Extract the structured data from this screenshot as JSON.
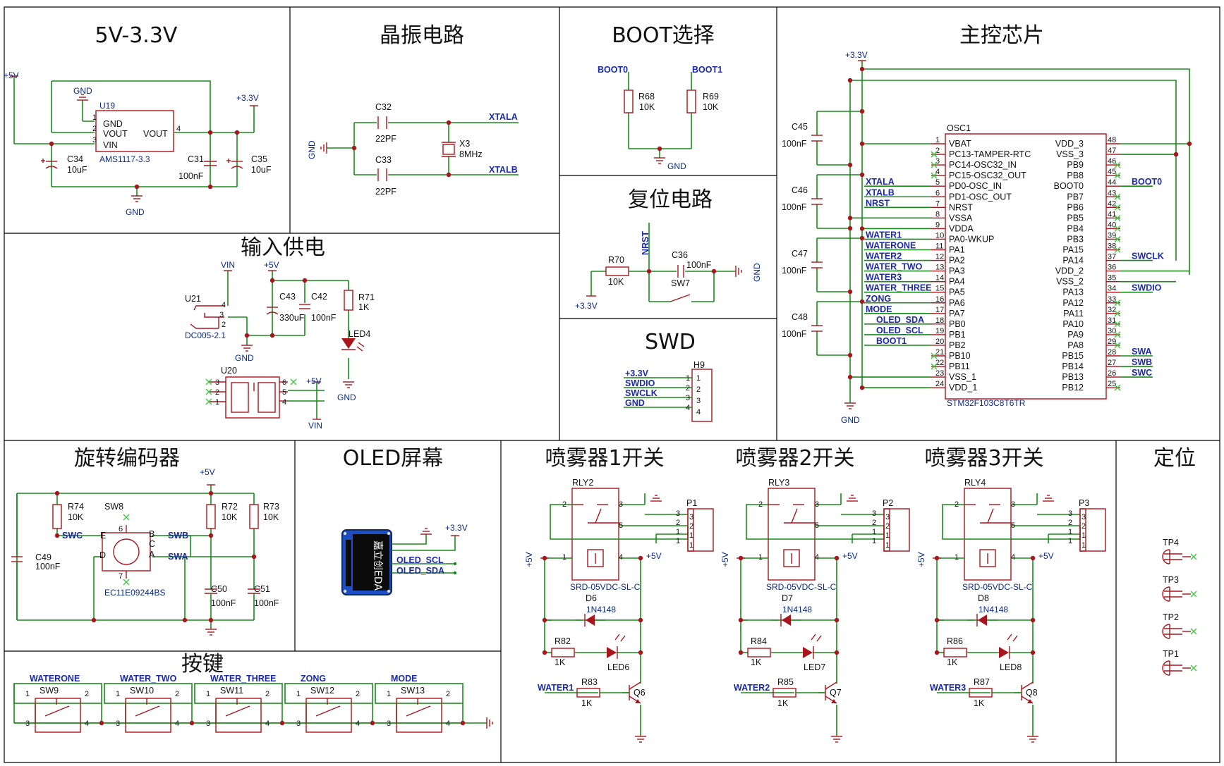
{
  "titles": {
    "reg": "5V-3.3V",
    "xtal": "晶振电路",
    "boot": "BOOT选择",
    "mcu": "主控芯片",
    "reset": "复位电路",
    "power": "输入供电",
    "swd": "SWD",
    "encoder": "旋转编码器",
    "oled": "OLED屏幕",
    "spray1": "喷雾器1开关",
    "spray2": "喷雾器2开关",
    "spray3": "喷雾器3开关",
    "locate": "定位",
    "keys": "按键"
  },
  "reg": {
    "u19": "U19",
    "gnd": "GND",
    "vout": "VOUT",
    "vin": "VIN",
    "vout2": "VOUT",
    "part": "AMS1117-3.3",
    "p5v": "+5V",
    "p33": "+3.3V",
    "c34": "C34",
    "c34v": "10uF",
    "c31": "C31",
    "c31v": "100nF",
    "c35": "C35",
    "c35v": "10uF",
    "gndb": "GND",
    "gndt": "GND",
    "pin1": "1",
    "pin2": "2",
    "pin3": "3",
    "pin4": "4"
  },
  "xtal": {
    "c32": "C32",
    "c32v": "22PF",
    "c33": "C33",
    "c33v": "22PF",
    "x3": "X3",
    "x3v": "8MHz",
    "xa": "XTALA",
    "xb": "XTALB",
    "gnd": "GND"
  },
  "boot": {
    "boot0": "BOOT0",
    "boot1": "BOOT1",
    "r68": "R68",
    "r68v": "10K",
    "r69": "R69",
    "r69v": "10K",
    "gnd": "GND"
  },
  "reset": {
    "nrst": "NRST",
    "r70": "R70",
    "r70v": "10K",
    "c36": "C36",
    "c36v": "100nF",
    "sw7": "SW7",
    "p33": "+3.3V",
    "gnd": "GND"
  },
  "power": {
    "vin": "VIN",
    "p5v": "+5V",
    "u21": "U21",
    "dc": "DC005-2.1",
    "c43": "C43",
    "c43v": "330uF",
    "c42": "C42",
    "c42v": "100nF",
    "r71": "R71",
    "r71v": "1K",
    "led4": "LED4",
    "gnd1": "GND",
    "gnd2": "GND",
    "u20": "U20",
    "p5v2": "+5V",
    "vin2": "VIN",
    "n4": "4",
    "n3": "3",
    "n2": "2",
    "n6": "6",
    "n5": "5",
    "n4b": "4",
    "n3b": "3",
    "n2b": "2",
    "n1b": "1"
  },
  "swd": {
    "h9": "H9",
    "nets": [
      "+3.3V",
      "SWDIO",
      "SWCLK",
      "GND"
    ],
    "pins": [
      "1",
      "2",
      "3",
      "4"
    ]
  },
  "mcu": {
    "p33": "+3.3V",
    "osc1": "OSC1",
    "part": "STM32F103C8T6TR",
    "gnd": "GND",
    "caps": [
      {
        "n": "C45",
        "v": "100nF"
      },
      {
        "n": "C46",
        "v": "100nF"
      },
      {
        "n": "C47",
        "v": "100nF"
      },
      {
        "n": "C48",
        "v": "100nF"
      }
    ],
    "left": [
      {
        "p": "1",
        "n": "VBAT",
        "net": ""
      },
      {
        "p": "2",
        "n": "PC13-TAMPER-RTC",
        "net": ""
      },
      {
        "p": "3",
        "n": "PC14-OSC32_IN",
        "net": ""
      },
      {
        "p": "4",
        "n": "PC15-OSC32_OUT",
        "net": ""
      },
      {
        "p": "5",
        "n": "PD0-OSC_IN",
        "net": "XTALA"
      },
      {
        "p": "6",
        "n": "PD1-OSC_OUT",
        "net": "XTALB"
      },
      {
        "p": "7",
        "n": "NRST",
        "net": "NRST"
      },
      {
        "p": "8",
        "n": "VSSA",
        "net": ""
      },
      {
        "p": "9",
        "n": "VDDA",
        "net": ""
      },
      {
        "p": "10",
        "n": "PA0-WKUP",
        "net": "WATER1"
      },
      {
        "p": "11",
        "n": "PA1",
        "net": "WATERONE"
      },
      {
        "p": "12",
        "n": "PA2",
        "net": "WATER2"
      },
      {
        "p": "13",
        "n": "PA3",
        "net": "WATER_TWO"
      },
      {
        "p": "14",
        "n": "PA4",
        "net": "WATER3"
      },
      {
        "p": "15",
        "n": "PA5",
        "net": "WATER_THREE"
      },
      {
        "p": "16",
        "n": "PA6",
        "net": "ZONG"
      },
      {
        "p": "17",
        "n": "PA7",
        "net": "MODE"
      },
      {
        "p": "18",
        "n": "PB0",
        "net": "OLED_SDA"
      },
      {
        "p": "19",
        "n": "PB1",
        "net": "OLED_SCL"
      },
      {
        "p": "20",
        "n": "PB2",
        "net": "BOOT1"
      },
      {
        "p": "21",
        "n": "PB10",
        "net": ""
      },
      {
        "p": "22",
        "n": "PB11",
        "net": ""
      },
      {
        "p": "23",
        "n": "VSS_1",
        "net": ""
      },
      {
        "p": "24",
        "n": "VDD_1",
        "net": ""
      }
    ],
    "right": [
      {
        "p": "48",
        "n": "VDD_3",
        "net": ""
      },
      {
        "p": "47",
        "n": "VSS_3",
        "net": ""
      },
      {
        "p": "46",
        "n": "PB9",
        "net": ""
      },
      {
        "p": "45",
        "n": "PB8",
        "net": ""
      },
      {
        "p": "44",
        "n": "BOOT0",
        "net": "BOOT0"
      },
      {
        "p": "43",
        "n": "PB7",
        "net": ""
      },
      {
        "p": "42",
        "n": "PB6",
        "net": ""
      },
      {
        "p": "41",
        "n": "PB5",
        "net": ""
      },
      {
        "p": "40",
        "n": "PB4",
        "net": ""
      },
      {
        "p": "39",
        "n": "PB3",
        "net": ""
      },
      {
        "p": "38",
        "n": "PA15",
        "net": ""
      },
      {
        "p": "37",
        "n": "PA14",
        "net": "SWCLK"
      },
      {
        "p": "36",
        "n": "VDD_2",
        "net": ""
      },
      {
        "p": "35",
        "n": "VSS_2",
        "net": ""
      },
      {
        "p": "34",
        "n": "PA13",
        "net": "SWDIO"
      },
      {
        "p": "33",
        "n": "PA12",
        "net": ""
      },
      {
        "p": "32",
        "n": "PA11",
        "net": ""
      },
      {
        "p": "31",
        "n": "PA10",
        "net": ""
      },
      {
        "p": "30",
        "n": "PA9",
        "net": ""
      },
      {
        "p": "29",
        "n": "PA8",
        "net": ""
      },
      {
        "p": "28",
        "n": "PB15",
        "net": "SWA"
      },
      {
        "p": "27",
        "n": "PB14",
        "net": "SWB"
      },
      {
        "p": "26",
        "n": "PB13",
        "net": "SWC"
      },
      {
        "p": "25",
        "n": "PB12",
        "net": ""
      }
    ]
  },
  "encoder": {
    "r74": "R74",
    "r74v": "10K",
    "sw8": "SW8",
    "r72": "R72",
    "r72v": "10K",
    "r73": "R73",
    "r73v": "10K",
    "swc": "SWC",
    "swb": "SWB",
    "swa": "SWA",
    "c49": "C49",
    "c49v": "100nF",
    "c50": "C50",
    "c50v": "100nF",
    "c51": "C51",
    "c51v": "100nF",
    "part": "EC11E09244BS",
    "p5v": "+5V",
    "e": "E",
    "b": "B",
    "cc": "C",
    "a": "A",
    "d": "D",
    "n6": "6",
    "n7": "7"
  },
  "oled": {
    "p33": "+3.3V",
    "scl": "OLED_SCL",
    "sda": "OLED_SDA",
    "brand": "嘉立创EDA"
  },
  "sprays": [
    {
      "rly": "RLY2",
      "p": "P1",
      "d": "D6",
      "led": "LED6",
      "r1": "R82",
      "r1v": "1K",
      "r2": "R83",
      "r2v": "1K",
      "q": "Q6",
      "net": "WATER1"
    },
    {
      "rly": "RLY3",
      "p": "P2",
      "d": "D7",
      "led": "LED7",
      "r1": "R84",
      "r1v": "1K",
      "r2": "R85",
      "r2v": "1K",
      "q": "Q7",
      "net": "WATER2"
    },
    {
      "rly": "RLY4",
      "p": "P3",
      "d": "D8",
      "led": "LED8",
      "r1": "R86",
      "r1v": "1K",
      "r2": "R87",
      "r2v": "1K",
      "q": "Q8",
      "net": "WATER3"
    }
  ],
  "spray_common": {
    "relay_part": "SRD-05VDC-SL-C",
    "diode_part": "1N4148",
    "p5v": "+5V"
  },
  "testpoints": [
    "TP4",
    "TP3",
    "TP2",
    "TP1"
  ],
  "keys": [
    {
      "net": "WATERONE",
      "ref": "SW9"
    },
    {
      "net": "WATER_TWO",
      "ref": "SW10"
    },
    {
      "net": "WATER_THREE",
      "ref": "SW11"
    },
    {
      "net": "ZONG",
      "ref": "SW12"
    },
    {
      "net": "MODE",
      "ref": "SW13"
    }
  ]
}
